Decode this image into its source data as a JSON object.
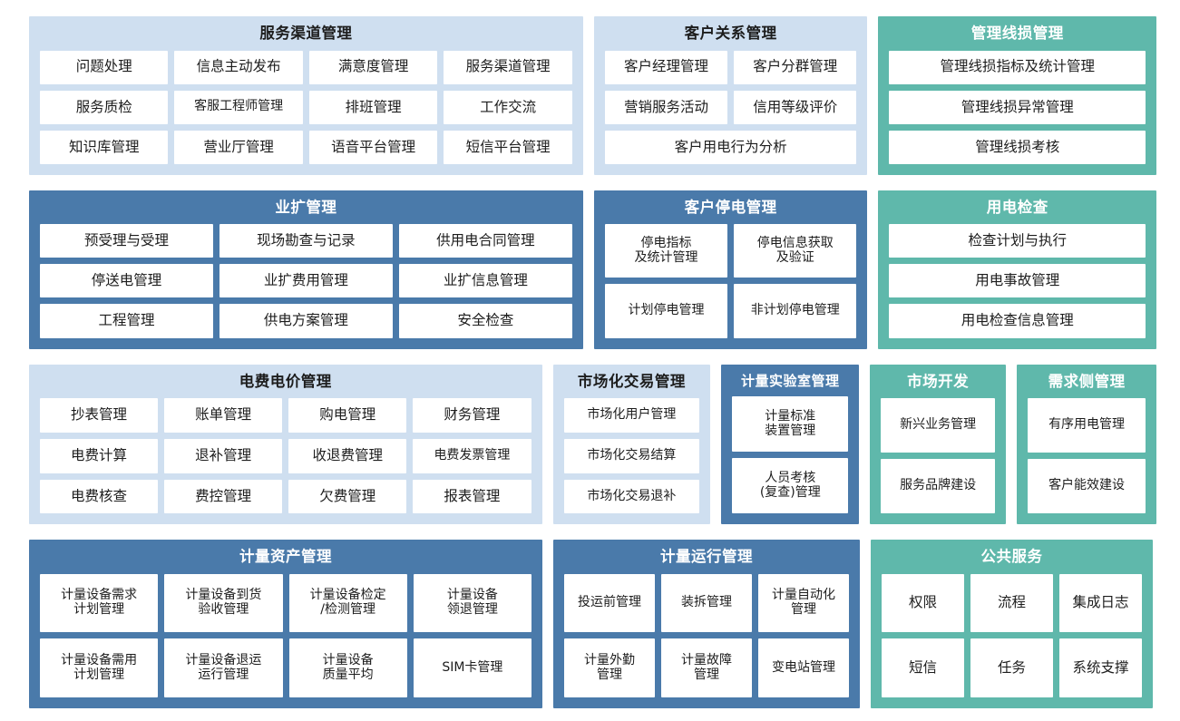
{
  "theme": {
    "light_panel": "#cfdff0",
    "blue_panel": "#4a7aaa",
    "teal_panel": "#5fb8ab",
    "cell_background": "#ffffff",
    "page_background": "#ffffff",
    "dark_text": "#1d1d1d",
    "light_text": "#ffffff"
  },
  "rows": [
    {
      "id": "row-1",
      "panels": [
        {
          "id": "service-channel-management",
          "title": "服务渠道管理",
          "style": "light",
          "grid": [
            [
              "问题处理",
              "信息主动发布",
              "满意度管理",
              "服务渠道管理"
            ],
            [
              "服务质检",
              "客服工程师管理",
              "排班管理",
              "工作交流"
            ],
            [
              "知识库管理",
              "营业厅管理",
              "语音平台管理",
              "短信平台管理"
            ]
          ]
        },
        {
          "id": "customer-relationship-management",
          "title": "客户关系管理",
          "style": "light",
          "grid": [
            [
              "客户经理管理",
              "客户分群管理"
            ],
            [
              "营销服务活动",
              "信用等级评价"
            ],
            [
              "客户用电行为分析"
            ]
          ]
        },
        {
          "id": "management-line-loss-management",
          "title": "管理线损管理",
          "style": "teal",
          "grid": [
            [
              "管理线损指标及统计管理"
            ],
            [
              "管理线损异常管理"
            ],
            [
              "管理线损考核"
            ]
          ]
        }
      ]
    },
    {
      "id": "row-2",
      "panels": [
        {
          "id": "business-expansion-management",
          "title": "业扩管理",
          "style": "blue",
          "grid": [
            [
              "预受理与受理",
              "现场勘查与记录",
              "供用电合同管理"
            ],
            [
              "停送电管理",
              "业扩费用管理",
              "业扩信息管理"
            ],
            [
              "工程管理",
              "供电方案管理",
              "安全检查"
            ]
          ]
        },
        {
          "id": "customer-outage-management",
          "title": "客户停电管理",
          "style": "blue",
          "grid": [
            [
              "停电指标\n及统计管理",
              "停电信息获取\n及验证"
            ],
            [
              "计划停电管理",
              "非计划停电管理"
            ]
          ]
        },
        {
          "id": "power-consumption-inspection",
          "title": "用电检查",
          "style": "teal",
          "grid": [
            [
              "检查计划与执行"
            ],
            [
              "用电事故管理"
            ],
            [
              "用电检查信息管理"
            ]
          ]
        }
      ]
    },
    {
      "id": "row-3",
      "panels": [
        {
          "id": "electricity-fee-price-management",
          "title": "电费电价管理",
          "style": "light",
          "grid": [
            [
              "抄表管理",
              "账单管理",
              "购电管理",
              "财务管理"
            ],
            [
              "电费计算",
              "退补管理",
              "收退费管理",
              "电费发票管理"
            ],
            [
              "电费核查",
              "费控管理",
              "欠费管理",
              "报表管理"
            ]
          ]
        },
        {
          "id": "market-trading-management",
          "title": "市场化交易管理",
          "style": "light",
          "grid": [
            [
              "市场化用户管理"
            ],
            [
              "市场化交易结算"
            ],
            [
              "市场化交易退补"
            ]
          ]
        },
        {
          "id": "metering-laboratory-management",
          "title": "计量实验室管理",
          "style": "blue",
          "grid": [
            [
              "计量标准\n装置管理"
            ],
            [
              "人员考核\n(复查)管理"
            ]
          ]
        },
        {
          "id": "market-development",
          "title": "市场开发",
          "style": "teal",
          "grid": [
            [
              "新兴业务管理"
            ],
            [
              "服务品牌建设"
            ]
          ]
        },
        {
          "id": "demand-side-management",
          "title": "需求侧管理",
          "style": "teal",
          "grid": [
            [
              "有序用电管理"
            ],
            [
              "客户能效建设"
            ]
          ]
        }
      ]
    },
    {
      "id": "row-4",
      "panels": [
        {
          "id": "metering-asset-management",
          "title": "计量资产管理",
          "style": "blue",
          "grid": [
            [
              "计量设备需求\n计划管理",
              "计量设备到货\n验收管理",
              "计量设备检定\n/检测管理",
              "计量设备\n领退管理"
            ],
            [
              "计量设备需用\n计划管理",
              "计量设备退运\n运行管理",
              "计量设备\n质量平均",
              "SIM卡管理"
            ]
          ]
        },
        {
          "id": "metering-operation-management",
          "title": "计量运行管理",
          "style": "blue",
          "grid": [
            [
              "投运前管理",
              "装拆管理",
              "计量自动化\n管理"
            ],
            [
              "计量外勤\n管理",
              "计量故障\n管理",
              "变电站管理"
            ]
          ]
        },
        {
          "id": "public-service",
          "title": "公共服务",
          "style": "teal",
          "grid": [
            [
              "权限",
              "流程",
              "集成日志"
            ],
            [
              "短信",
              "任务",
              "系统支撑"
            ]
          ]
        }
      ]
    }
  ]
}
